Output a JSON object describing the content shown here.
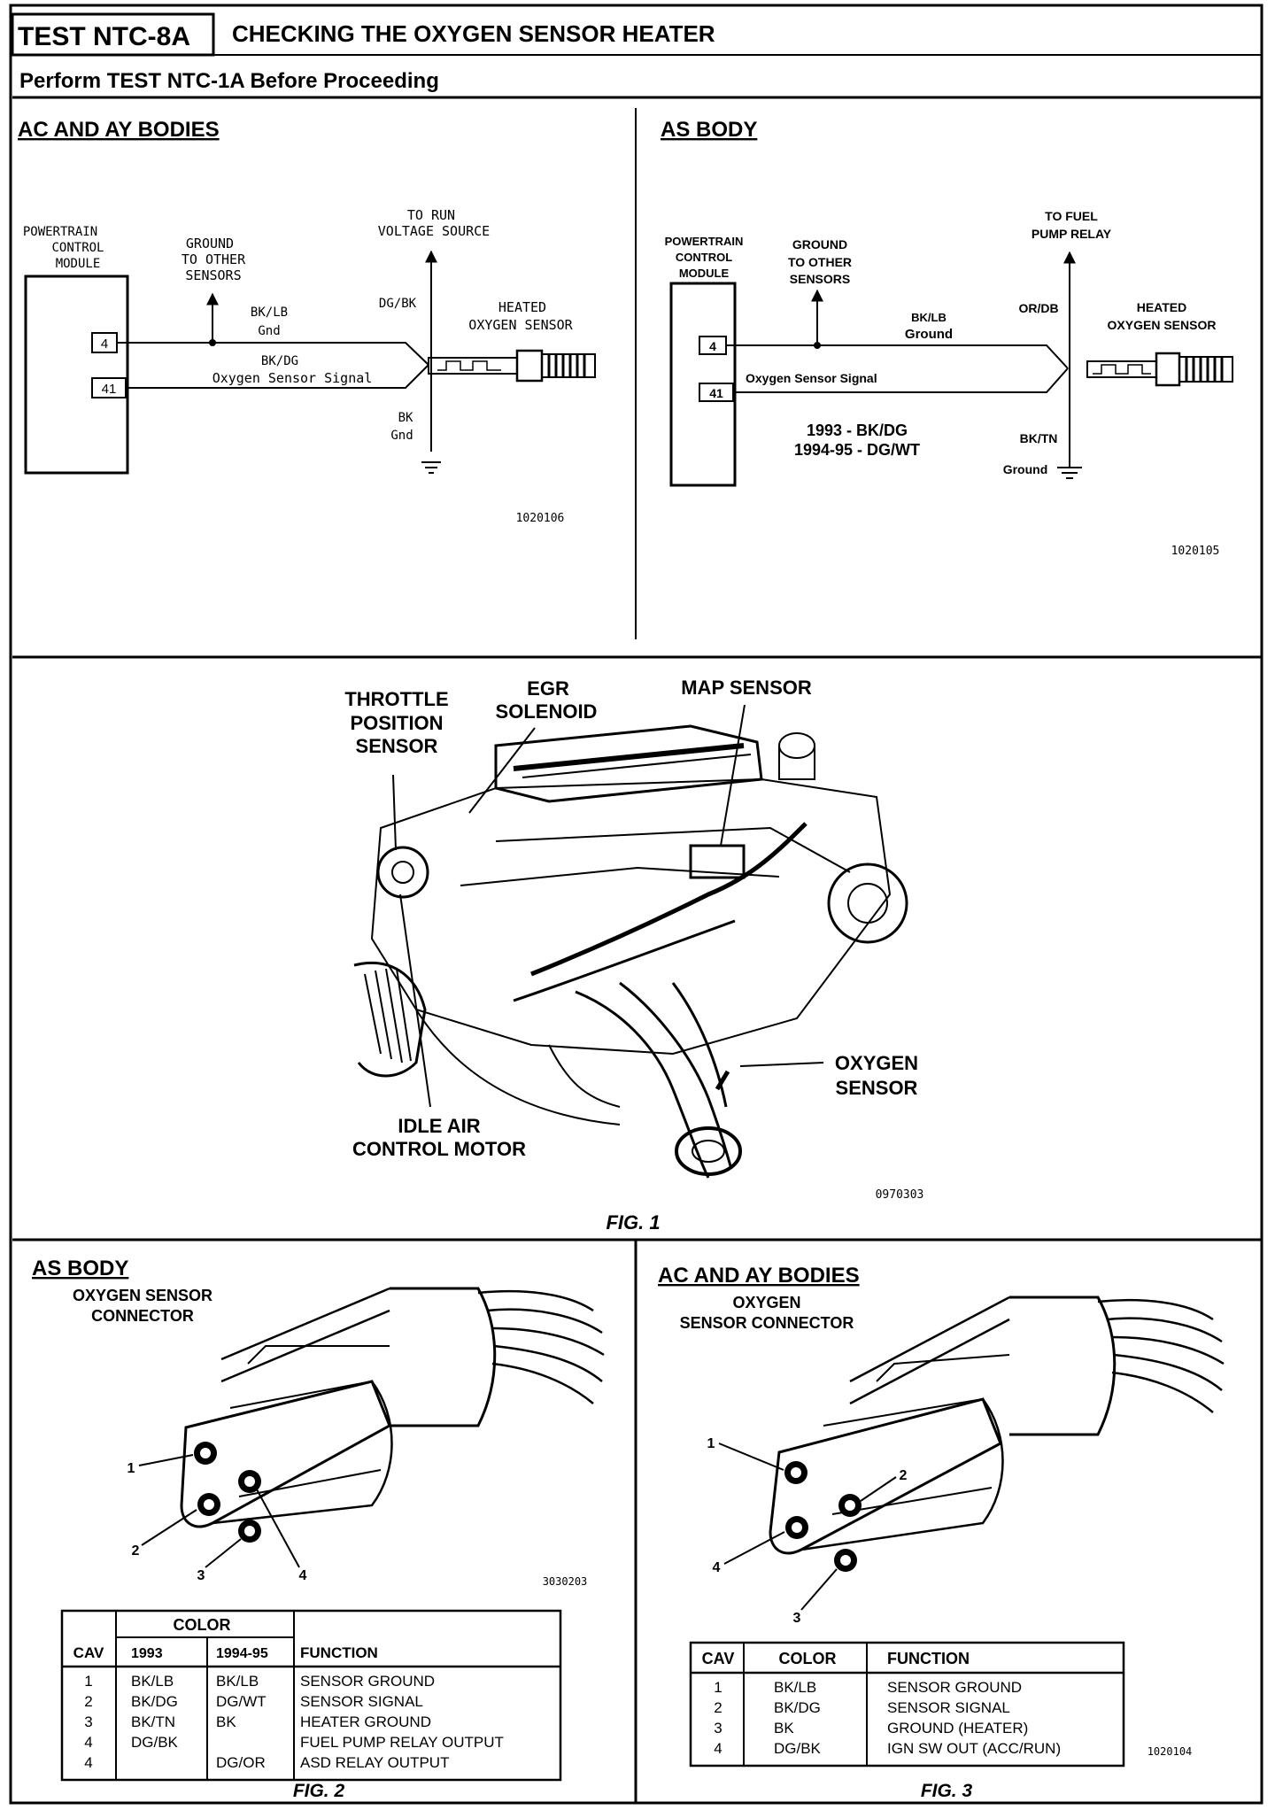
{
  "header": {
    "test_id": "TEST NTC-8A",
    "title": "CHECKING THE OXYGEN SENSOR HEATER",
    "subtitle": "Perform TEST NTC-1A Before Proceeding"
  },
  "ac_ay_schematic": {
    "heading": "AC AND AY BODIES",
    "pcm_line1": "POWERTRAIN",
    "pcm_line2": "CONTROL",
    "pcm_line3": "MODULE",
    "ground_line1": "GROUND",
    "ground_line2": "TO OTHER",
    "ground_line3": "SENSORS",
    "voltage_line1": "TO RUN",
    "voltage_line2": "VOLTAGE SOURCE",
    "pin_4": "4",
    "pin_41": "41",
    "wire_top_color": "BK/LB",
    "wire_top_name": "Gnd",
    "wire_bottom_color": "BK/DG",
    "wire_bottom_name": "Oxygen Sensor Signal",
    "supply_color": "DG/BK",
    "ground_color": "BK",
    "ground_name": "Gnd",
    "sensor_line1": "HEATED",
    "sensor_line2": "OXYGEN SENSOR",
    "fig_code": "1020106"
  },
  "as_schematic": {
    "heading": "AS BODY",
    "pcm_line1": "POWERTRAIN",
    "pcm_line2": "CONTROL",
    "pcm_line3": "MODULE",
    "ground_line1": "GROUND",
    "ground_line2": "TO OTHER",
    "ground_line3": "SENSORS",
    "relay_line1": "TO FUEL",
    "relay_line2": "PUMP RELAY",
    "pin_4": "4",
    "pin_41": "41",
    "wire_top_color": "BK/LB",
    "wire_top_name": "Ground",
    "signal_name": "Oxygen Sensor Signal",
    "year_1993": "1993 - BK/DG",
    "year_1994": "1994-95 - DG/WT",
    "supply_color": "OR/DB",
    "ground_color": "BK/TN",
    "ground_name": "Ground",
    "sensor_line1": "HEATED",
    "sensor_line2": "OXYGEN SENSOR",
    "fig_code": "1020105"
  },
  "engine_figure": {
    "label_tps1": "THROTTLE",
    "label_tps2": "POSITION",
    "label_tps3": "SENSOR",
    "label_egr1": "EGR",
    "label_egr2": "SOLENOID",
    "label_map": "MAP SENSOR",
    "label_o2_1": "OXYGEN",
    "label_o2_2": "SENSOR",
    "label_iac1": "IDLE AIR",
    "label_iac2": "CONTROL MOTOR",
    "fig_code": "0970303",
    "caption": "FIG. 1"
  },
  "as_connector": {
    "heading": "AS BODY",
    "sub1": "OXYGEN SENSOR",
    "sub2": "CONNECTOR",
    "pin_labels": [
      "1",
      "2",
      "3",
      "4"
    ],
    "fig_code": "3030203",
    "table": {
      "color_group": "COLOR",
      "headers": [
        "CAV",
        "1993",
        "1994-95",
        "FUNCTION"
      ],
      "rows": [
        [
          "1",
          "BK/LB",
          "BK/LB",
          "SENSOR GROUND"
        ],
        [
          "2",
          "BK/DG",
          "DG/WT",
          "SENSOR SIGNAL"
        ],
        [
          "3",
          "BK/TN",
          "BK",
          "HEATER GROUND"
        ],
        [
          "4",
          "DG/BK",
          "",
          "FUEL PUMP RELAY OUTPUT"
        ],
        [
          "4",
          "",
          "DG/OR",
          "ASD RELAY OUTPUT"
        ]
      ]
    },
    "caption": "FIG. 2"
  },
  "ac_ay_connector": {
    "heading": "AC AND AY BODIES",
    "sub1": "OXYGEN",
    "sub2": "SENSOR CONNECTOR",
    "pin_labels": [
      "1",
      "2",
      "4",
      "3"
    ],
    "fig_code": "1020104",
    "table": {
      "headers": [
        "CAV",
        "COLOR",
        "FUNCTION"
      ],
      "rows": [
        [
          "1",
          "BK/LB",
          "SENSOR GROUND"
        ],
        [
          "2",
          "BK/DG",
          "SENSOR SIGNAL"
        ],
        [
          "3",
          "BK",
          "GROUND (HEATER)"
        ],
        [
          "4",
          "DG/BK",
          "IGN SW OUT (ACC/RUN)"
        ]
      ]
    },
    "caption": "FIG. 3"
  }
}
